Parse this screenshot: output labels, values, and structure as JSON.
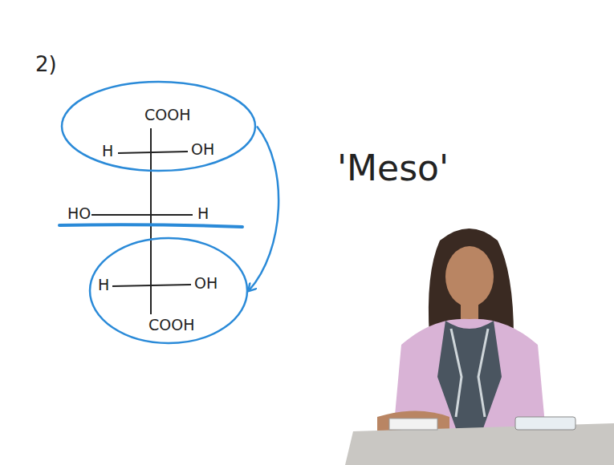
{
  "diagram": {
    "nodes": [
      {
        "text": [
          "COOH",
          "H",
          "OH"
        ]
      },
      {
        "text": [
          "H",
          "OH",
          "COOH"
        ]
      }
    ],
    "edges": [
      {
        "from": 0,
        "to": 1,
        "arrow": "to"
      }
    ],
    "labels": [
      "2)",
      "HO",
      "H",
      "'Meso'"
    ]
  }
}
